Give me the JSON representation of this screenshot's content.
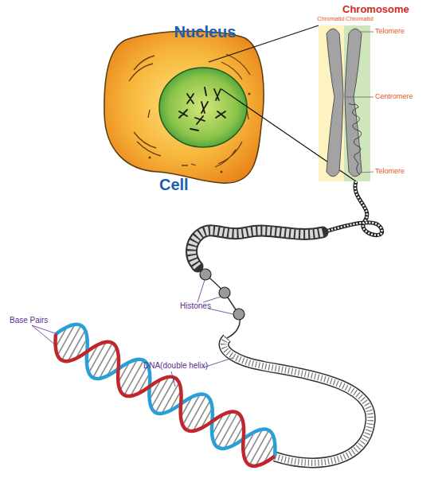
{
  "diagram": {
    "nodes": [
      {
        "text": [
          "Cell"
        ]
      },
      {
        "text": [
          "Nucleus"
        ],
        "in": 0
      },
      {
        "text": [
          "Chromatid"
        ]
      },
      {
        "text": [
          "Chromatid"
        ]
      }
    ],
    "labels": [
      "Chromosome",
      "Telomere",
      "Centromere",
      "Telomere",
      "Histones",
      "Base Pairs",
      "DNA(double helix)"
    ]
  }
}
